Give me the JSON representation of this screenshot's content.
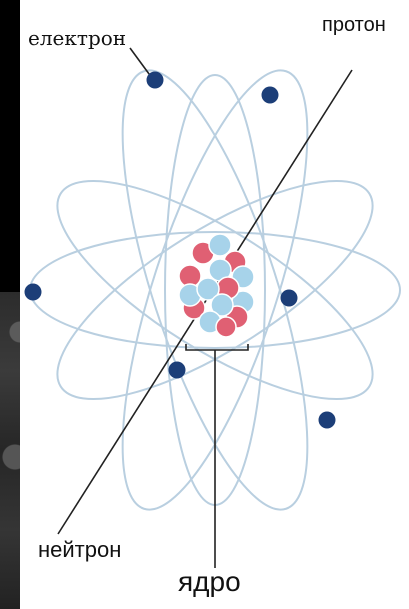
{
  "labels": {
    "electron": "електрон",
    "proton": "протон",
    "neutron": "нейтрон",
    "nucleus": "ядро"
  },
  "colors": {
    "orbit": "#b9cfe0",
    "electron": "#1c3e78",
    "proton": "#e06073",
    "neutron": "#a7d3ea",
    "pointer": "#222222",
    "background": "#000000",
    "panel": "#ffffff"
  },
  "diagram": {
    "orbit_count": 6,
    "electron_count": 6,
    "nucleus_particles": "protons (red) and neutrons (light blue)"
  }
}
